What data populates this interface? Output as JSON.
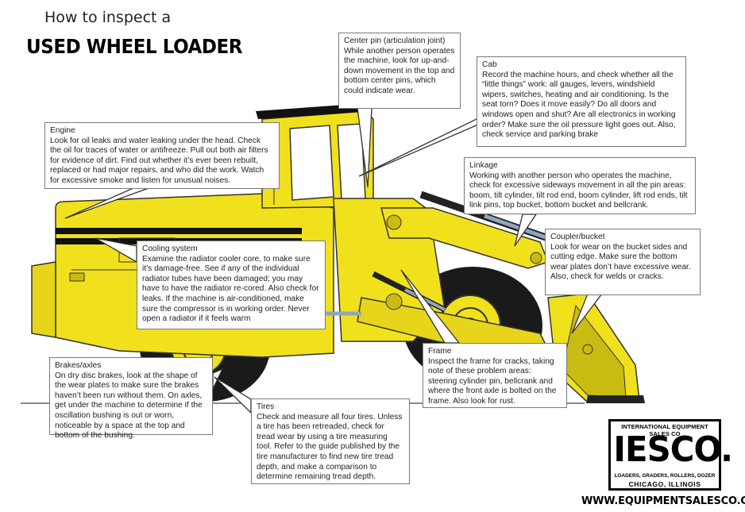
{
  "header": {
    "subtitle": "How to inspect a",
    "title": "USED WHEEL LOADER"
  },
  "colors": {
    "body_yellow": "#f1e11d",
    "shadow_yellow": "#c9bb12",
    "tire_black": "#1a1a1a",
    "stripe_black": "#111111",
    "cylinder_steel": "#8fa7bd"
  },
  "callouts": {
    "center_pin": {
      "heading": "Center pin (articulation joint)",
      "body": "While another person operates the machine, look for up-and-down movement in the top and bottom center pins, which could indicate wear."
    },
    "cab": {
      "heading": "Cab",
      "body": "Record the machine hours, and check whether all the “little things” work: all gauges, levers, windshield wipers, switches, heating and air conditioning. Is the seat torn? Does it move easily? Do all doors and windows open and shut? Are all electronics in working order? Make sure the oil pressure light goes out. Also, check service and parking brake"
    },
    "engine": {
      "heading": "Engine",
      "body": "Look for oil leaks and water leaking under the head. Check the oil for traces of water or antifreeze. Pull out both air filters for evidence of dirt. Find out whether it’s ever been rebuilt, replaced or had major repairs, and who did the work. Watch for excessive smoke and listen for unusual noises."
    },
    "linkage": {
      "heading": "Linkage",
      "body": "Working with another person who operates the machine, check for excessive sideways movement in all the pin areas: boom, tilt cylinder, tilt rod end, boom cylinder, lift rod ends, tilt link pins, top bucket, bottom bucket and bellcrank."
    },
    "coupler": {
      "heading": "Coupler/bucket",
      "body": "Look for wear on the bucket sides and cutting edge. Make sure the bottom wear plates don’t have excessive wear. Also, check for welds or cracks."
    },
    "cooling": {
      "heading": "Cooling system",
      "body": "Examine the radiator cooler core, to make sure it’s damage-free. See if any of the individual radiator tubes have been damaged; you may have to have the radiator re-cored. Also check for leaks. If the machine is air-conditioned, make sure the compressor is in working order. Never open a radiator if it feels warm"
    },
    "frame": {
      "heading": "Frame",
      "body": "Inspect the frame for cracks, taking note of these problem areas: steering cylinder pin, bellcrank and where the front axle is bolted on the frame. Also look for rust."
    },
    "brakes": {
      "heading": "Brakes/axles",
      "body": "On dry disc brakes, look at the shape of the wear plates to make sure the brakes haven’t been run without them. On axles, get under the machine to determine if the oscillation bushing is out or worn, noticeable by a space at the top and bottom of the bushing."
    },
    "tires": {
      "heading": "Tires",
      "body": "Check and measure all four tires. Unless a tire has been retreaded, check for tread wear by using a tire measuring tool. Refer to the guide published by the tire manufacturer to find new tire tread depth, and make a comparison to determine remaining tread depth."
    }
  },
  "logo": {
    "top_text": "INTERNATIONAL EQUIPMENT SALES CO",
    "main_text": "IESCO.",
    "sub_text": "LOADERS, GRADERS, ROLLERS, DOZER",
    "city_text": "CHICAGO, ILLINOIS"
  },
  "footer": {
    "url": "WWW.EQUIPMENTSALESCO.COM"
  }
}
